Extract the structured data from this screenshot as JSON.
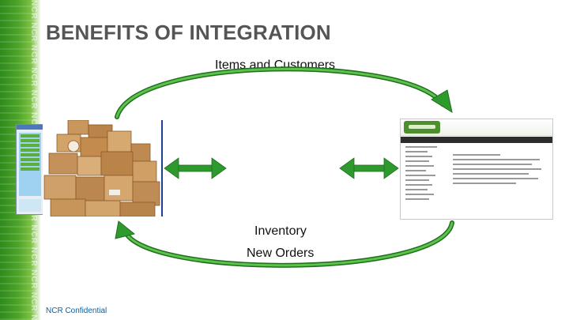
{
  "slide": {
    "title": "BENEFITS OF INTEGRATION",
    "footer": "NCR Confidential",
    "side_watermark": "NCR NCR NCR NCR NCR NCR NCR NCR NCR NCR NCR NCR NCR NCR NCR NCR NCR NCR NCR NCR"
  },
  "flows": {
    "top_label": "Items and Customers",
    "bottom_labels": [
      "Inventory",
      "New Orders"
    ]
  },
  "colors": {
    "arrow_green": "#2e9a2e",
    "arrow_dark": "#1f6e1f",
    "title_gray": "#555555",
    "footer_blue": "#0a5fa0"
  },
  "images": {
    "left_pos_window": "pos-screen-icon",
    "center_left": "cardboard-boxes-image",
    "right_web": "web-store-screenshot"
  }
}
